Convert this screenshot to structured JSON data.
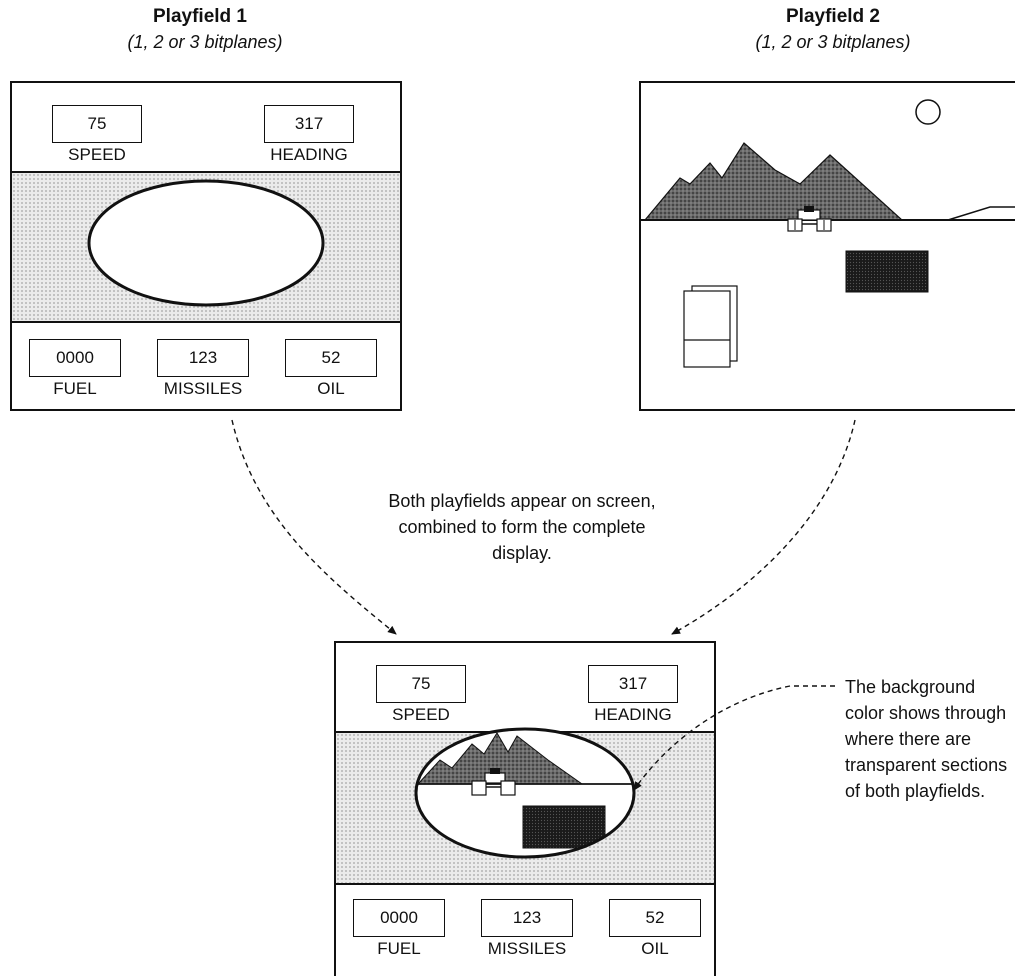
{
  "playfield1": {
    "title": "Playfield 1",
    "subtitle": "(1, 2 or 3 bitplanes)",
    "speed": {
      "value": "75",
      "label": "SPEED"
    },
    "heading": {
      "value": "317",
      "label": "HEADING"
    },
    "fuel": {
      "value": "0000",
      "label": "FUEL"
    },
    "missiles": {
      "value": "123",
      "label": "MISSILES"
    },
    "oil": {
      "value": "52",
      "label": "OIL"
    }
  },
  "playfield2": {
    "title": "Playfield 2",
    "subtitle": "(1, 2 or 3 bitplanes)"
  },
  "combined_note": "Both playfields appear on screen, combined to form the complete display.",
  "background_note": "The background color shows through where there are transparent sections of both playfields.",
  "combined": {
    "speed": {
      "value": "75",
      "label": "SPEED"
    },
    "heading": {
      "value": "317",
      "label": "HEADING"
    },
    "fuel": {
      "value": "0000",
      "label": "FUEL"
    },
    "missiles": {
      "value": "123",
      "label": "MISSILES"
    },
    "oil": {
      "value": "52",
      "label": "OIL"
    }
  }
}
